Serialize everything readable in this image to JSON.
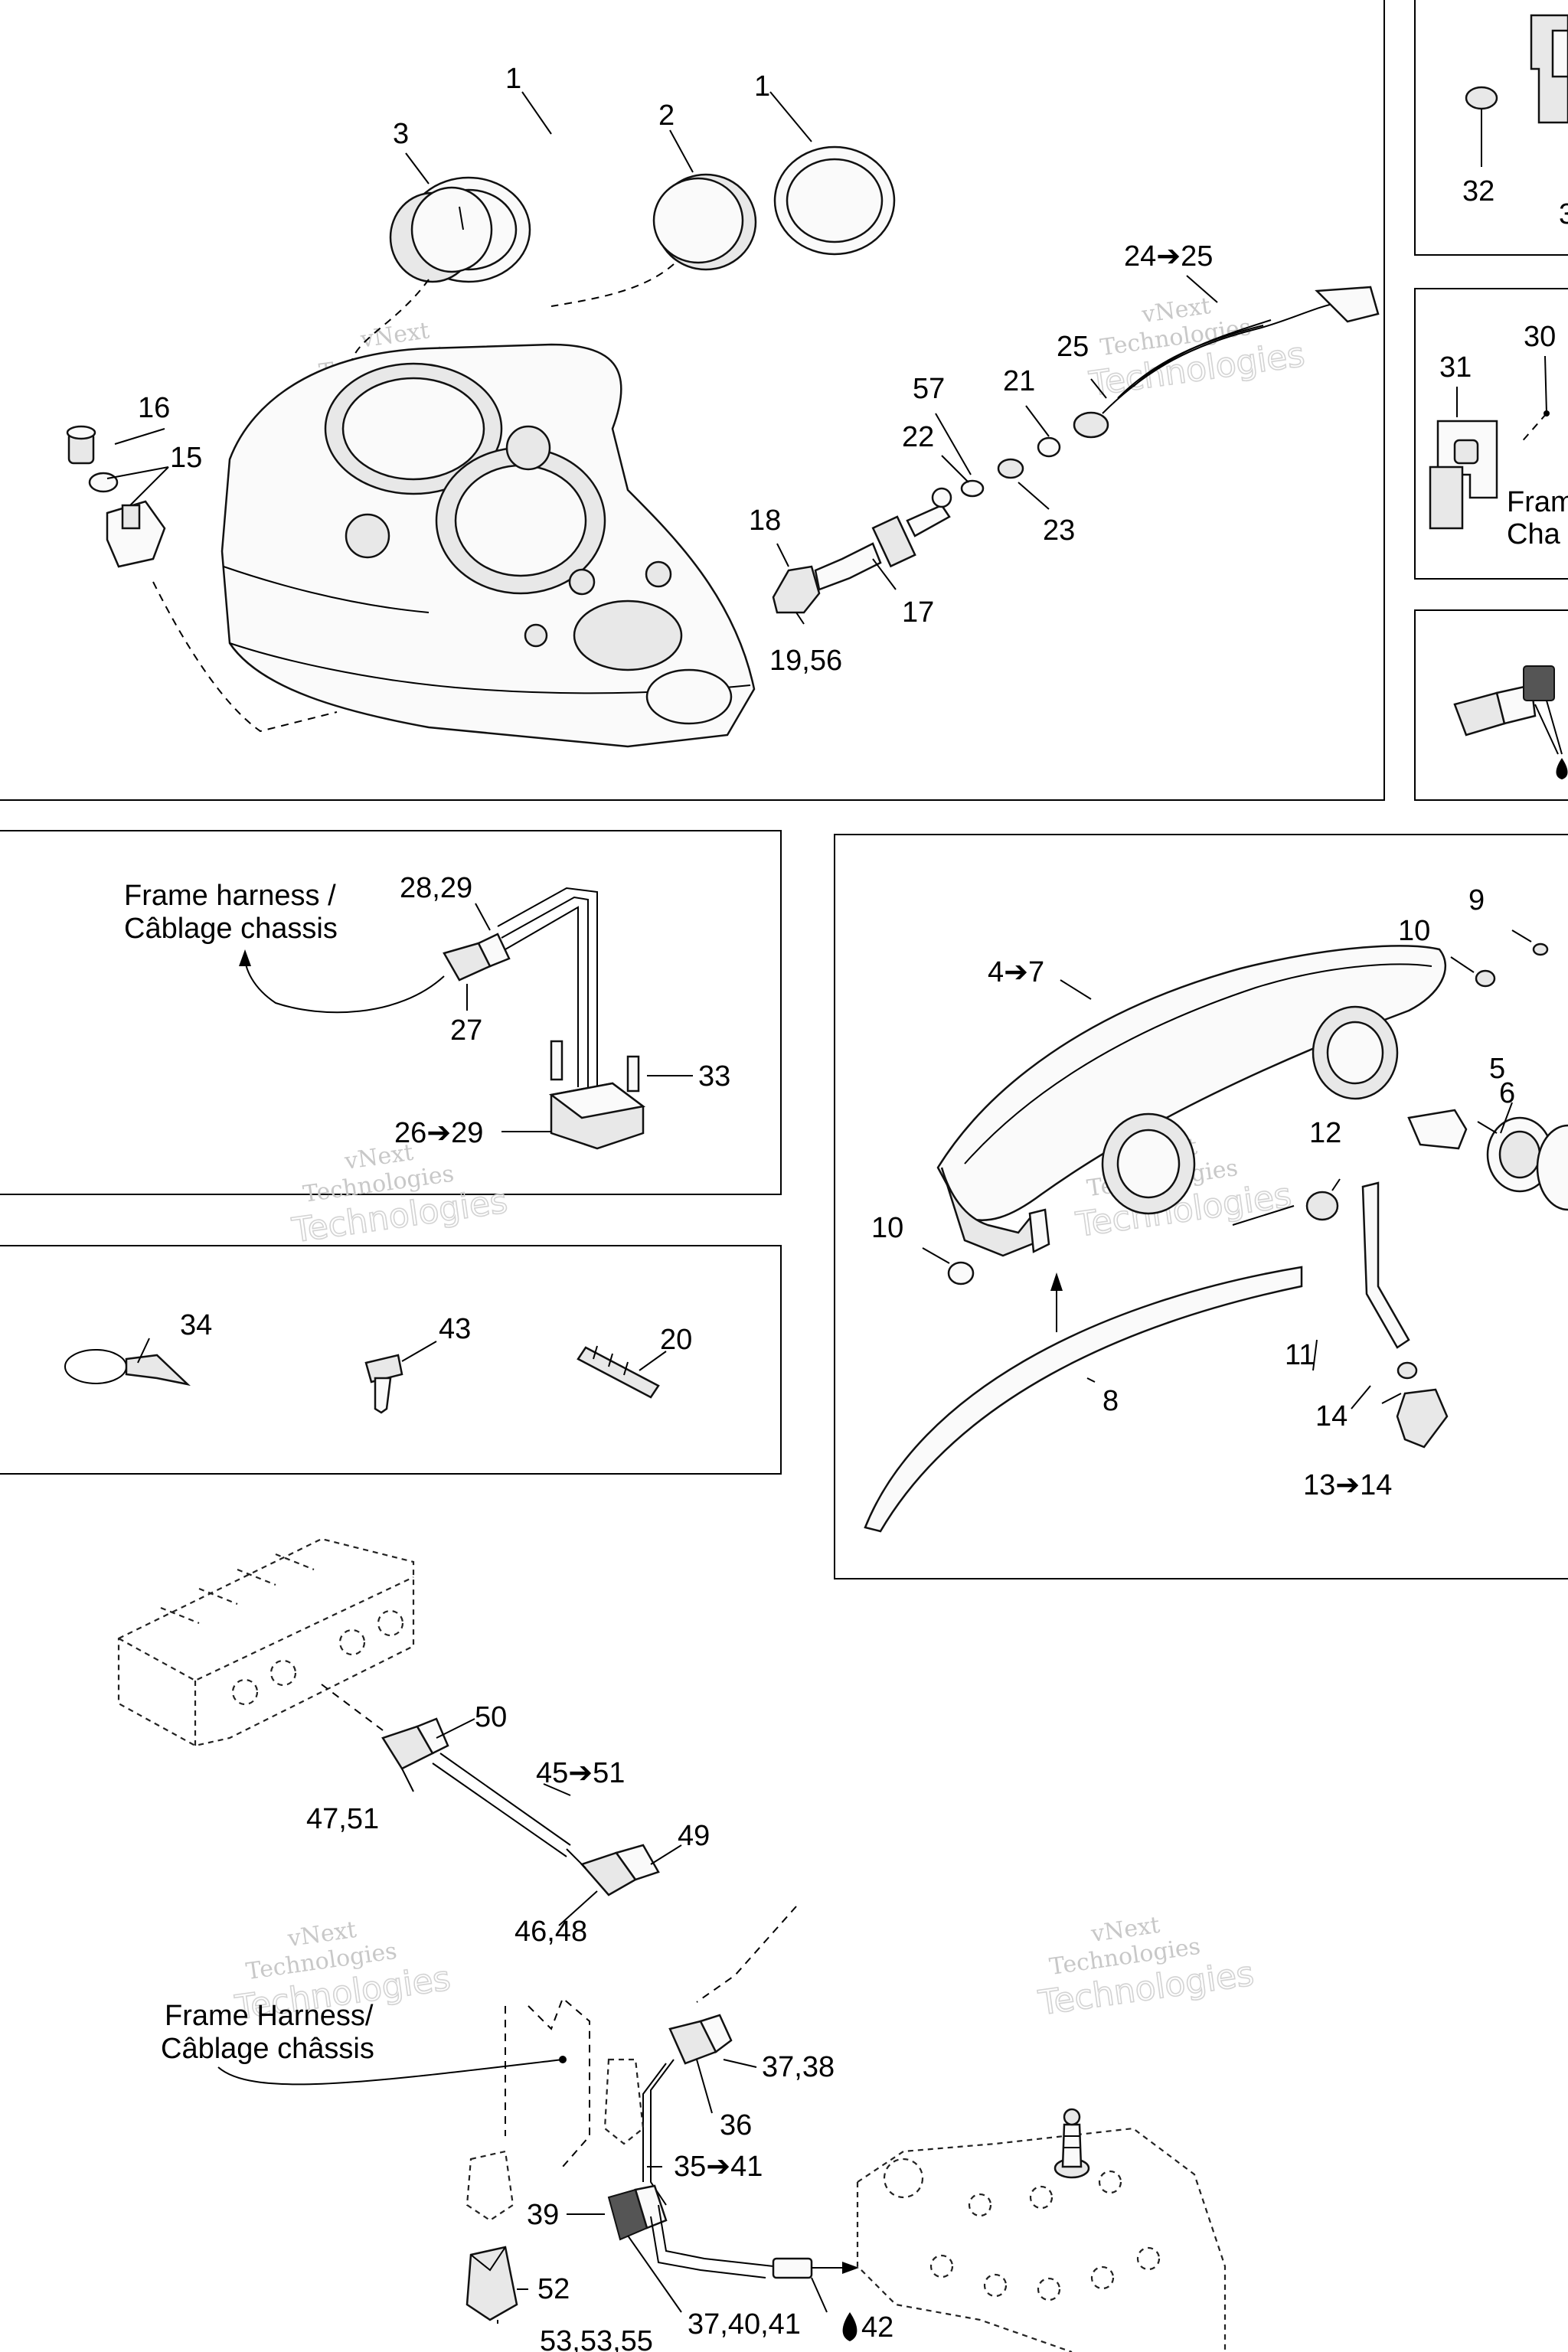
{
  "watermark": {
    "line1": "vNext",
    "line2": "Technologies"
  },
  "notes": {
    "frame_harness_1a": "Frame harness /",
    "frame_harness_1b": "Câblage chassis",
    "frame_harness_2a": "Frame Harness/",
    "frame_harness_2b": "Câblage châssis",
    "frame_cut_a": "Fram",
    "frame_cut_b": "Cha"
  },
  "labels": {
    "l1a": "1",
    "l1b": "1",
    "l2": "2",
    "l3": "3",
    "l24_25": "24➔25",
    "l25": "25",
    "l21": "21",
    "l57": "57",
    "l22": "22",
    "l23": "23",
    "l16": "16",
    "l15": "15",
    "l18": "18",
    "l17": "17",
    "l19_56": "19,56",
    "l32": "32",
    "l3cut": "3",
    "l30": "30",
    "l31": "31",
    "l28_29": "28,29",
    "l27": "27",
    "l33": "33",
    "l26_29": "26➔29",
    "l9": "9",
    "l10a": "10",
    "l4_7": "4➔7",
    "l5": "5",
    "l6": "6",
    "l12": "12",
    "l10b": "10",
    "l11": "11",
    "l8": "8",
    "l14": "14",
    "l13_14": "13➔14",
    "l34": "34",
    "l43": "43",
    "l20": "20",
    "l50": "50",
    "l45_51": "45➔51",
    "l47_51": "47,51",
    "l49": "49",
    "l46_48": "46,48",
    "l37_38": "37,38",
    "l36": "36",
    "l35_41": "35➔41",
    "l39": "39",
    "l52": "52",
    "l37_40_41": "37,40,41",
    "l42": "42",
    "l53": "53,53,55"
  }
}
